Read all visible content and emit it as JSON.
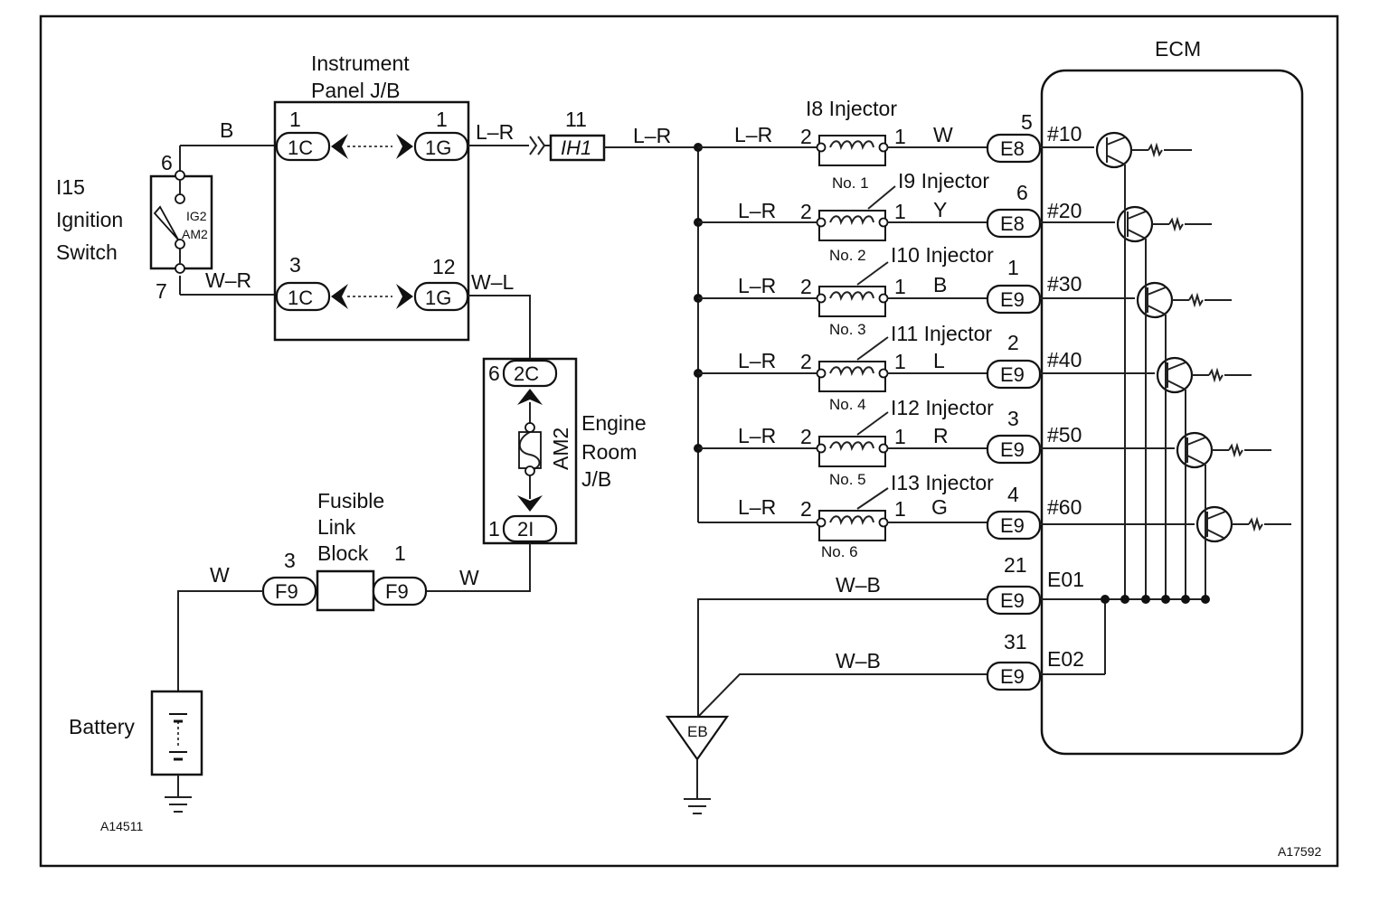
{
  "ecm": {
    "title": "ECM"
  },
  "ignition_switch": {
    "name_line1": "I15",
    "name_line2": "Ignition",
    "name_line3": "Switch",
    "pin_top": "6",
    "pin_bottom": "7",
    "contact_ig2": "IG2",
    "contact_am2": "AM2"
  },
  "instrument_panel_jb": {
    "label_line1": "Instrument",
    "label_line2": "Panel J/B",
    "pin_1c_top": "1",
    "pin_1g_top": "1",
    "pin_1c_bottom": "3",
    "pin_1g_bottom": "12",
    "conn_1c": "1C",
    "conn_1g": "1G"
  },
  "engine_room_jb": {
    "label_line1": "Engine",
    "label_line2": "Room",
    "label_line3": "J/B",
    "fuse": "AM2",
    "conn_top": "2C",
    "conn_bottom": "2I",
    "pin_top": "6",
    "pin_bottom": "1"
  },
  "fusible_link": {
    "label_line1": "Fusible",
    "label_line2": "Link",
    "label_line3": "Block",
    "conn": "F9",
    "pin_left": "3",
    "pin_right": "1"
  },
  "battery": {
    "label": "Battery"
  },
  "ih1": {
    "conn": "IH1",
    "pin": "11"
  },
  "ground": {
    "label": "EB"
  },
  "wires": {
    "b": "B",
    "w_r": "W–R",
    "l_r": "L–R",
    "w_l": "W–L",
    "w": "W",
    "w_b": "W–B"
  },
  "injectors": [
    {
      "label": "I8 Injector",
      "no": "No. 1",
      "pin_in": "2",
      "pin_out": "1",
      "color": "W",
      "ecm_pin": "5",
      "ecm_conn": "E8",
      "ecm_terminal": "#10"
    },
    {
      "label": "I9 Injector",
      "no": "No. 2",
      "pin_in": "2",
      "pin_out": "1",
      "color": "Y",
      "ecm_pin": "6",
      "ecm_conn": "E8",
      "ecm_terminal": "#20"
    },
    {
      "label": "I10 Injector",
      "no": "No. 3",
      "pin_in": "2",
      "pin_out": "1",
      "color": "B",
      "ecm_pin": "1",
      "ecm_conn": "E9",
      "ecm_terminal": "#30"
    },
    {
      "label": "I11 Injector",
      "no": "No. 4",
      "pin_in": "2",
      "pin_out": "1",
      "color": "L",
      "ecm_pin": "2",
      "ecm_conn": "E9",
      "ecm_terminal": "#40"
    },
    {
      "label": "I12 Injector",
      "no": "No. 5",
      "pin_in": "2",
      "pin_out": "1",
      "color": "R",
      "ecm_pin": "3",
      "ecm_conn": "E9",
      "ecm_terminal": "#50"
    },
    {
      "label": "I13 Injector",
      "no": "No. 6",
      "pin_in": "2",
      "pin_out": "1",
      "color": "G",
      "ecm_pin": "4",
      "ecm_conn": "E9",
      "ecm_terminal": "#60"
    }
  ],
  "grounds": [
    {
      "ecm_pin": "21",
      "ecm_conn": "E9",
      "ecm_terminal": "E01",
      "color": "W–B"
    },
    {
      "ecm_pin": "31",
      "ecm_conn": "E9",
      "ecm_terminal": "E02",
      "color": "W–B"
    }
  ],
  "codes": {
    "left": "A14511",
    "right": "A17592"
  }
}
